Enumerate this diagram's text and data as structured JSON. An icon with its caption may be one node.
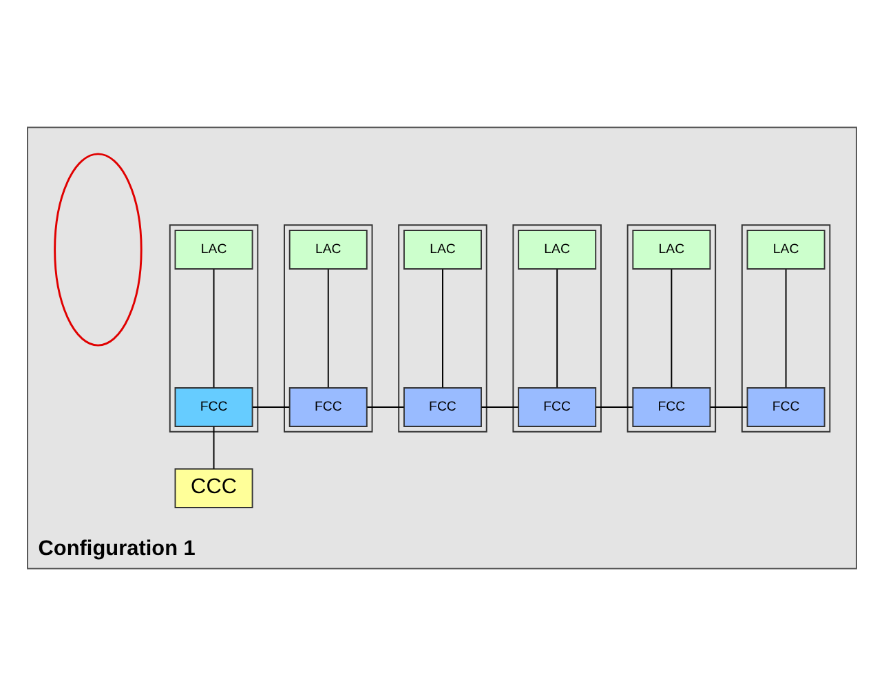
{
  "diagram": {
    "nodes": [
      {
        "text": [
          "Configuration 1"
        ]
      },
      {
        "text": [],
        "shape": "box",
        "in": 0
      },
      {
        "text": [
          "LAC"
        ],
        "in": 1
      },
      {
        "text": [
          "FCC"
        ],
        "in": 1
      },
      {
        "text": [],
        "shape": "box",
        "in": 0
      },
      {
        "text": [
          "LAC"
        ],
        "in": 4
      },
      {
        "text": [
          "FCC"
        ],
        "in": 4
      },
      {
        "text": [],
        "shape": "box",
        "in": 0
      },
      {
        "text": [
          "LAC"
        ],
        "in": 7
      },
      {
        "text": [
          "FCC"
        ],
        "in": 7
      },
      {
        "text": [],
        "shape": "box",
        "in": 0
      },
      {
        "text": [
          "LAC"
        ],
        "in": 10
      },
      {
        "text": [
          "FCC"
        ],
        "in": 10
      },
      {
        "text": [],
        "shape": "box",
        "in": 0
      },
      {
        "text": [
          "LAC"
        ],
        "in": 13
      },
      {
        "text": [
          "FCC"
        ],
        "in": 13
      },
      {
        "text": [],
        "shape": "box",
        "in": 0
      },
      {
        "text": [
          "LAC"
        ],
        "in": 16
      },
      {
        "text": [
          "FCC"
        ],
        "in": 16
      },
      {
        "text": [
          "CCC"
        ],
        "in": 0
      },
      {
        "text": [],
        "shape": "ellipse",
        "in": 0
      }
    ],
    "edges": [
      {
        "from": 2,
        "to": 3,
        "arrow": "none"
      },
      {
        "from": 5,
        "to": 6,
        "arrow": "none"
      },
      {
        "from": 8,
        "to": 9,
        "arrow": "none"
      },
      {
        "from": 11,
        "to": 12,
        "arrow": "none"
      },
      {
        "from": 14,
        "to": 15,
        "arrow": "none"
      },
      {
        "from": 17,
        "to": 18,
        "arrow": "none"
      },
      {
        "from": 3,
        "to": 6,
        "arrow": "none"
      },
      {
        "from": 6,
        "to": 9,
        "arrow": "none"
      },
      {
        "from": 9,
        "to": 12,
        "arrow": "none"
      },
      {
        "from": 12,
        "to": 15,
        "arrow": "none"
      },
      {
        "from": 15,
        "to": 18,
        "arrow": "none"
      },
      {
        "from": 18,
        "to": 19,
        "arrow": "none"
      }
    ]
  }
}
